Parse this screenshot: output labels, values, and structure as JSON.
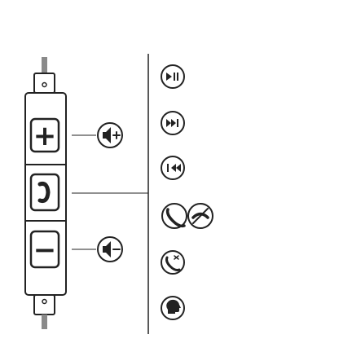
{
  "remote": {
    "volume_up_symbol": "+",
    "volume_down_symbol": "−",
    "cable_color": "#8a8a8a"
  },
  "callouts": [
    {
      "name": "volume-up-callout",
      "icon": "speaker-plus-icon"
    },
    {
      "name": "call-button-callout",
      "icon": "none"
    },
    {
      "name": "volume-down-callout",
      "icon": "speaker-minus-icon"
    }
  ],
  "function_icons": [
    "play-pause-icon",
    "next-track-icon",
    "previous-track-icon",
    "answer-call-icon",
    "end-call-icon",
    "redial-icon",
    "voice-assistant-icon"
  ],
  "colors": {
    "ink": "#222222",
    "background": "#ffffff"
  }
}
